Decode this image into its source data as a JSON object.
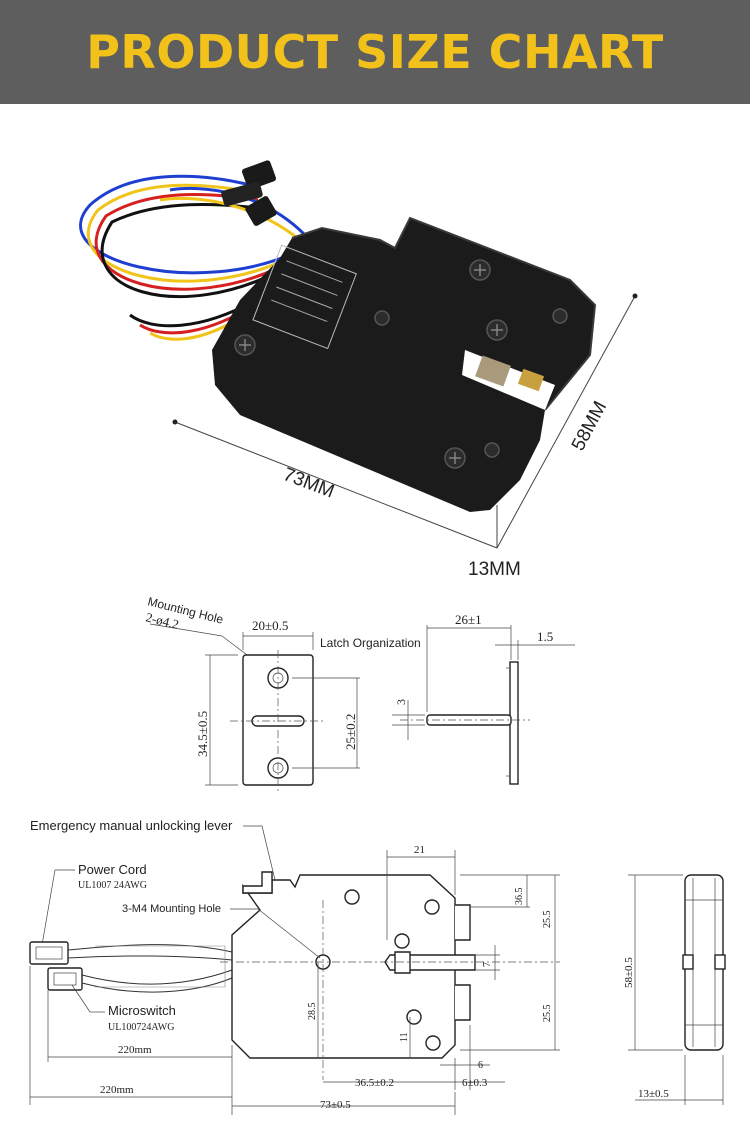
{
  "banner": {
    "title": "PRODUCT SIZE CHART"
  },
  "photo": {
    "width_label": "73MM",
    "height_label": "58MM",
    "depth_label": "13MM"
  },
  "latch_drawing": {
    "mounting_hole_label": "Mounting Hole",
    "mounting_hole_spec": "2-ø4.2",
    "width_dim": "20±0.5",
    "height_dim": "34.5±0.5",
    "hole_spacing_dim": "25±0.2",
    "organization_label": "Latch Organization",
    "latch_length_dim": "26±1",
    "plate_thickness_dim": "1.5",
    "tongue_dim": "3"
  },
  "lock_drawing": {
    "lever_label": "Emergency manual unlocking lever",
    "power_cord_label": "Power Cord",
    "power_cord_spec": "UL1007 24AWG",
    "mounting_hole_label": "3-M4 Mounting Hole",
    "microswitch_label": "Microswitch",
    "microswitch_spec": "UL100724AWG",
    "dim_21": "21",
    "dim_36_5_small": "36.5",
    "dim_25_5_top": "25.5",
    "dim_7": "7",
    "dim_25_5_bottom": "25.5",
    "dim_28_5": "28.5",
    "dim_11": "11",
    "dim_6": "6",
    "dim_36_5": "36.5±0.2",
    "dim_6_tol": "6±0.3",
    "dim_73": "73±0.5",
    "cable_inner": "220mm",
    "cable_outer": "220mm",
    "side_height": "58±0.5",
    "side_depth": "13±0.5"
  },
  "colors": {
    "banner_bg": "#5e5e5e",
    "banner_text": "#f2c21b",
    "lock_body": "#1b1b1b"
  }
}
